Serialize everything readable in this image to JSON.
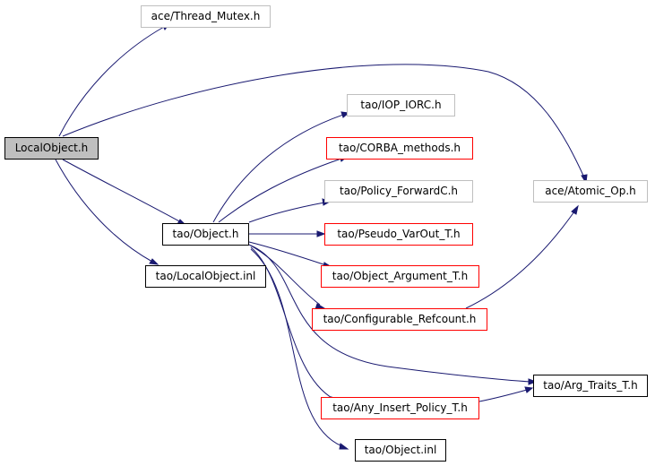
{
  "colors": {
    "edge": "#191970",
    "focus_fill": "#bfbfbf",
    "link_border": "#000000",
    "external_border": "#bfbfbf",
    "truncated_border": "#ff0000"
  },
  "nodes": {
    "local_object_h": {
      "label": "LocalObject.h"
    },
    "thread_mutex_h": {
      "label": "ace/Thread_Mutex.h"
    },
    "atomic_op_h": {
      "label": "ace/Atomic_Op.h"
    },
    "object_h": {
      "label": "tao/Object.h"
    },
    "local_object_inl": {
      "label": "tao/LocalObject.inl"
    },
    "iop_iorc_h": {
      "label": "tao/IOP_IORC.h"
    },
    "corba_methods_h": {
      "label": "tao/CORBA_methods.h"
    },
    "policy_forwardc_h": {
      "label": "tao/Policy_ForwardC.h"
    },
    "pseudo_varout_t_h": {
      "label": "tao/Pseudo_VarOut_T.h"
    },
    "object_argument_t_h": {
      "label": "tao/Object_Argument_T.h"
    },
    "configurable_refcount_h": {
      "label": "tao/Configurable_Refcount.h"
    },
    "arg_traits_t_h": {
      "label": "tao/Arg_Traits_T.h"
    },
    "any_insert_policy_t_h": {
      "label": "tao/Any_Insert_Policy_T.h"
    },
    "object_inl": {
      "label": "tao/Object.inl"
    }
  }
}
